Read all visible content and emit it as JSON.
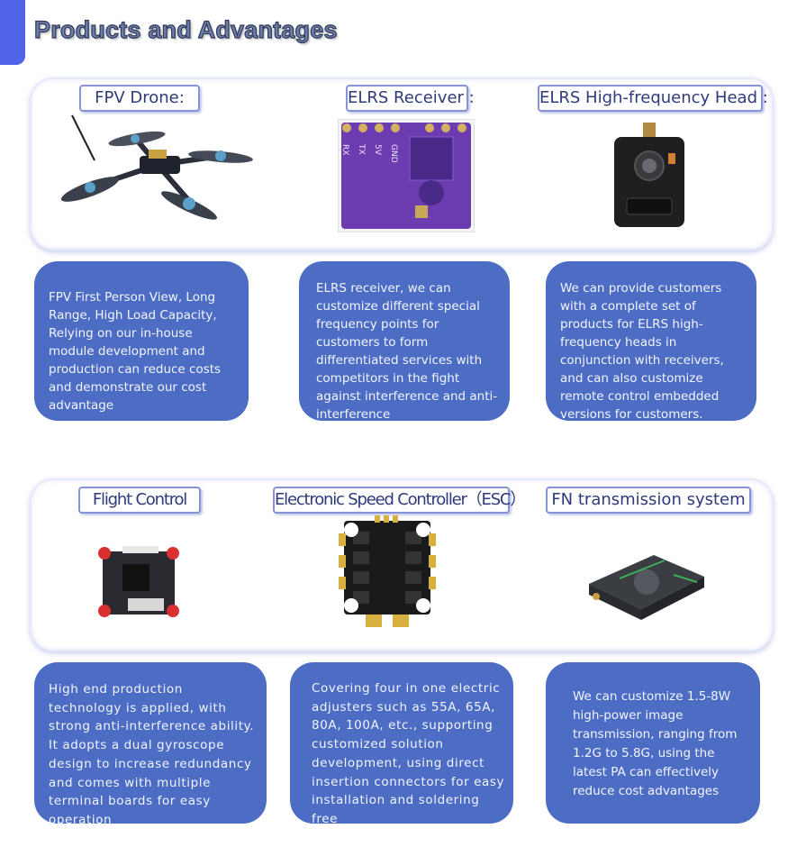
{
  "page": {
    "title": "Products and Advantages"
  },
  "row1": {
    "tags": [
      "FPV Drone:",
      "ELRS Receiver :",
      "ELRS High-frequency Head :"
    ],
    "receiver_pins": [
      "RX",
      "TX",
      "5V",
      "GND"
    ],
    "cards": [
      "FPV First Person View, Long Range, High Load Capacity, Relying on our in-house module development and production can reduce costs and demonstrate our cost advantage",
      "ELRS receiver, we can customize different special frequency points for customers to form differentiated services with competitors in the fight against interference and anti-interference",
      "We can provide customers with a complete set of products for ELRS high-frequency heads in conjunction with receivers, and can also customize remote control embedded versions for customers."
    ]
  },
  "row2": {
    "tags": [
      "Flight Control",
      "Electronic Speed Controller（ESC）",
      "FN  transmission system"
    ],
    "cards": [
      "High end production technology is applied, with strong anti-interference ability. It adopts a dual gyroscope design to increase redundancy and comes with multiple terminal boards for easy operation",
      "Covering four in one electric adjusters such as 55A, 65A, 80A, 100A, etc., supporting customized solution development, using direct insertion connectors for easy installation and soldering free",
      "We can customize 1.5-8W high-power image transmission, ranging from 1.2G to 5.8G, using the latest PA can effectively reduce cost advantages"
    ]
  },
  "colors": {
    "accent": "#4f63e6",
    "card": "#4d6cc3",
    "tag_border": "#8793d6"
  }
}
